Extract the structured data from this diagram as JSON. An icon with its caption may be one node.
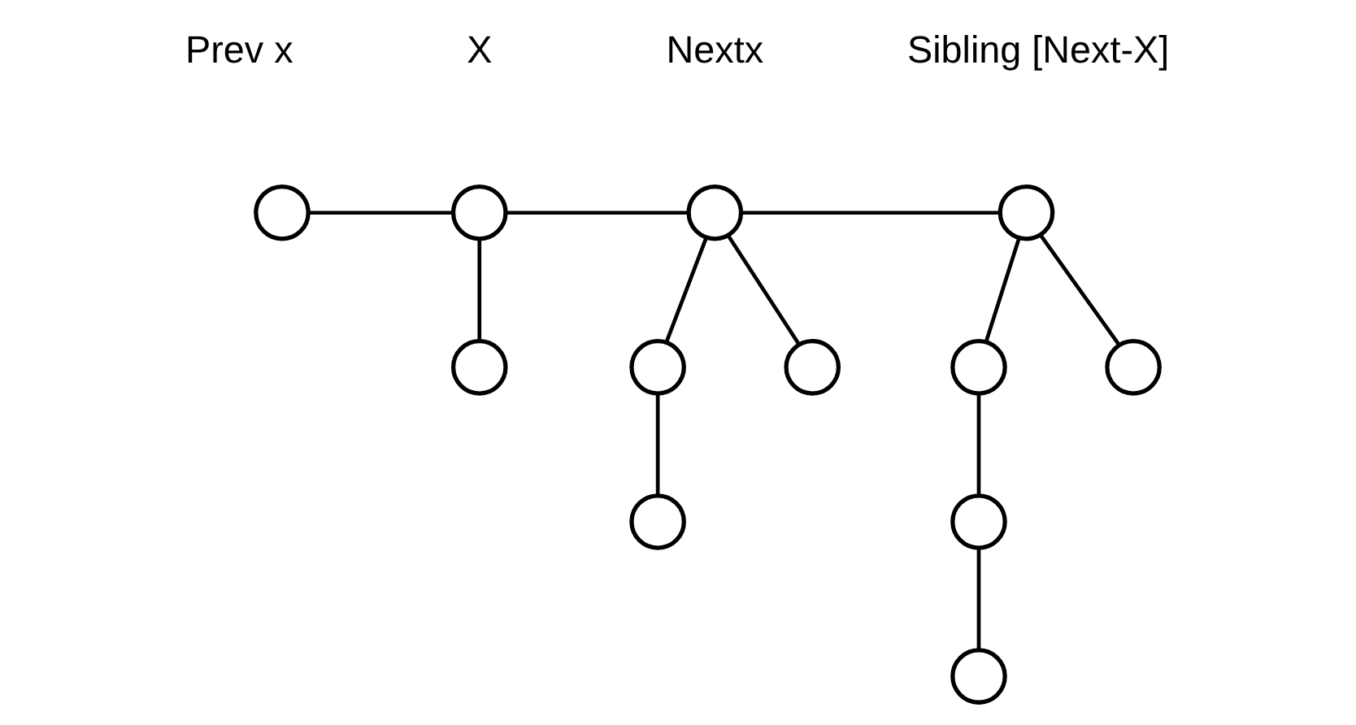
{
  "diagram": {
    "nodes": [
      {
        "text": [],
        "shape": "circle",
        "beside": [
          "Prev x"
        ]
      },
      {
        "text": [],
        "shape": "circle",
        "beside": [
          "X"
        ]
      },
      {
        "text": [],
        "shape": "circle",
        "beside": [
          "Nextx"
        ]
      },
      {
        "text": [],
        "shape": "circle",
        "beside": [
          "Sibling [Next-X]"
        ]
      },
      {
        "text": [],
        "shape": "circle"
      },
      {
        "text": [],
        "shape": "circle"
      },
      {
        "text": [],
        "shape": "circle"
      },
      {
        "text": [],
        "shape": "circle"
      },
      {
        "text": [],
        "shape": "circle"
      },
      {
        "text": [],
        "shape": "circle"
      },
      {
        "text": [],
        "shape": "circle"
      },
      {
        "text": [],
        "shape": "circle"
      }
    ],
    "edges": [
      {
        "from": 0,
        "to": 1,
        "arrow": "none"
      },
      {
        "from": 1,
        "to": 2,
        "arrow": "none"
      },
      {
        "from": 2,
        "to": 3,
        "arrow": "none"
      },
      {
        "from": 1,
        "to": 4,
        "arrow": "none"
      },
      {
        "from": 2,
        "to": 5,
        "arrow": "none"
      },
      {
        "from": 2,
        "to": 6,
        "arrow": "none"
      },
      {
        "from": 5,
        "to": 7,
        "arrow": "none"
      },
      {
        "from": 3,
        "to": 8,
        "arrow": "none"
      },
      {
        "from": 3,
        "to": 9,
        "arrow": "none"
      },
      {
        "from": 8,
        "to": 10,
        "arrow": "none"
      },
      {
        "from": 10,
        "to": 11,
        "arrow": "none"
      }
    ]
  }
}
